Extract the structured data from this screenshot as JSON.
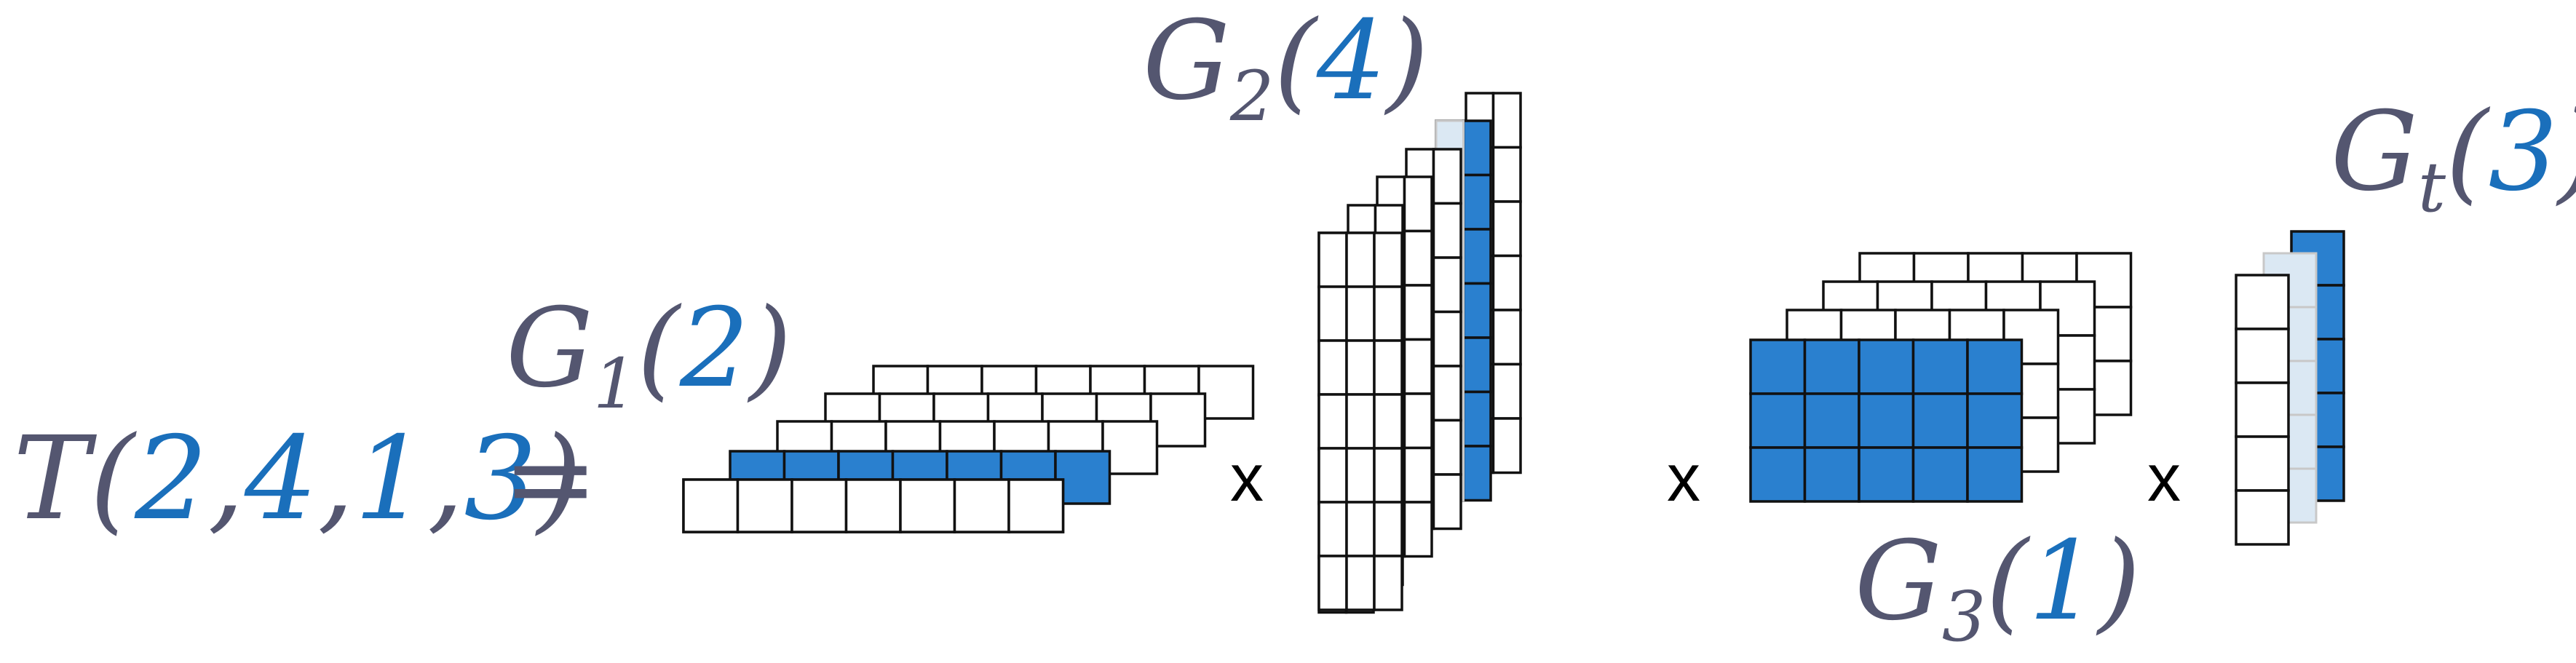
{
  "colors": {
    "dark_text": "#545670",
    "blue_text": "#1a6fbb",
    "fill_blue": "#2a80cf",
    "fill_light": "#dbe8f3",
    "grid_light": "#c8c8c8",
    "stroke": "#111111"
  },
  "equation": {
    "tensor_symbol": "T",
    "open_paren": "(",
    "indices": [
      "2",
      "4",
      "1",
      "3"
    ],
    "separator": ",",
    "close_paren": ")",
    "equals": "="
  },
  "operator": "x",
  "cores": [
    {
      "symbol": "G",
      "subscript": "1",
      "index": "2",
      "open": "(",
      "close": ")"
    },
    {
      "symbol": "G",
      "subscript": "2",
      "index": "4",
      "open": "(",
      "close": ")"
    },
    {
      "symbol": "G",
      "subscript": "3",
      "index": "1",
      "open": "(",
      "close": ")"
    },
    {
      "symbol": "G",
      "subscript": "t",
      "index": "3",
      "open": "(",
      "close": ")"
    }
  ]
}
